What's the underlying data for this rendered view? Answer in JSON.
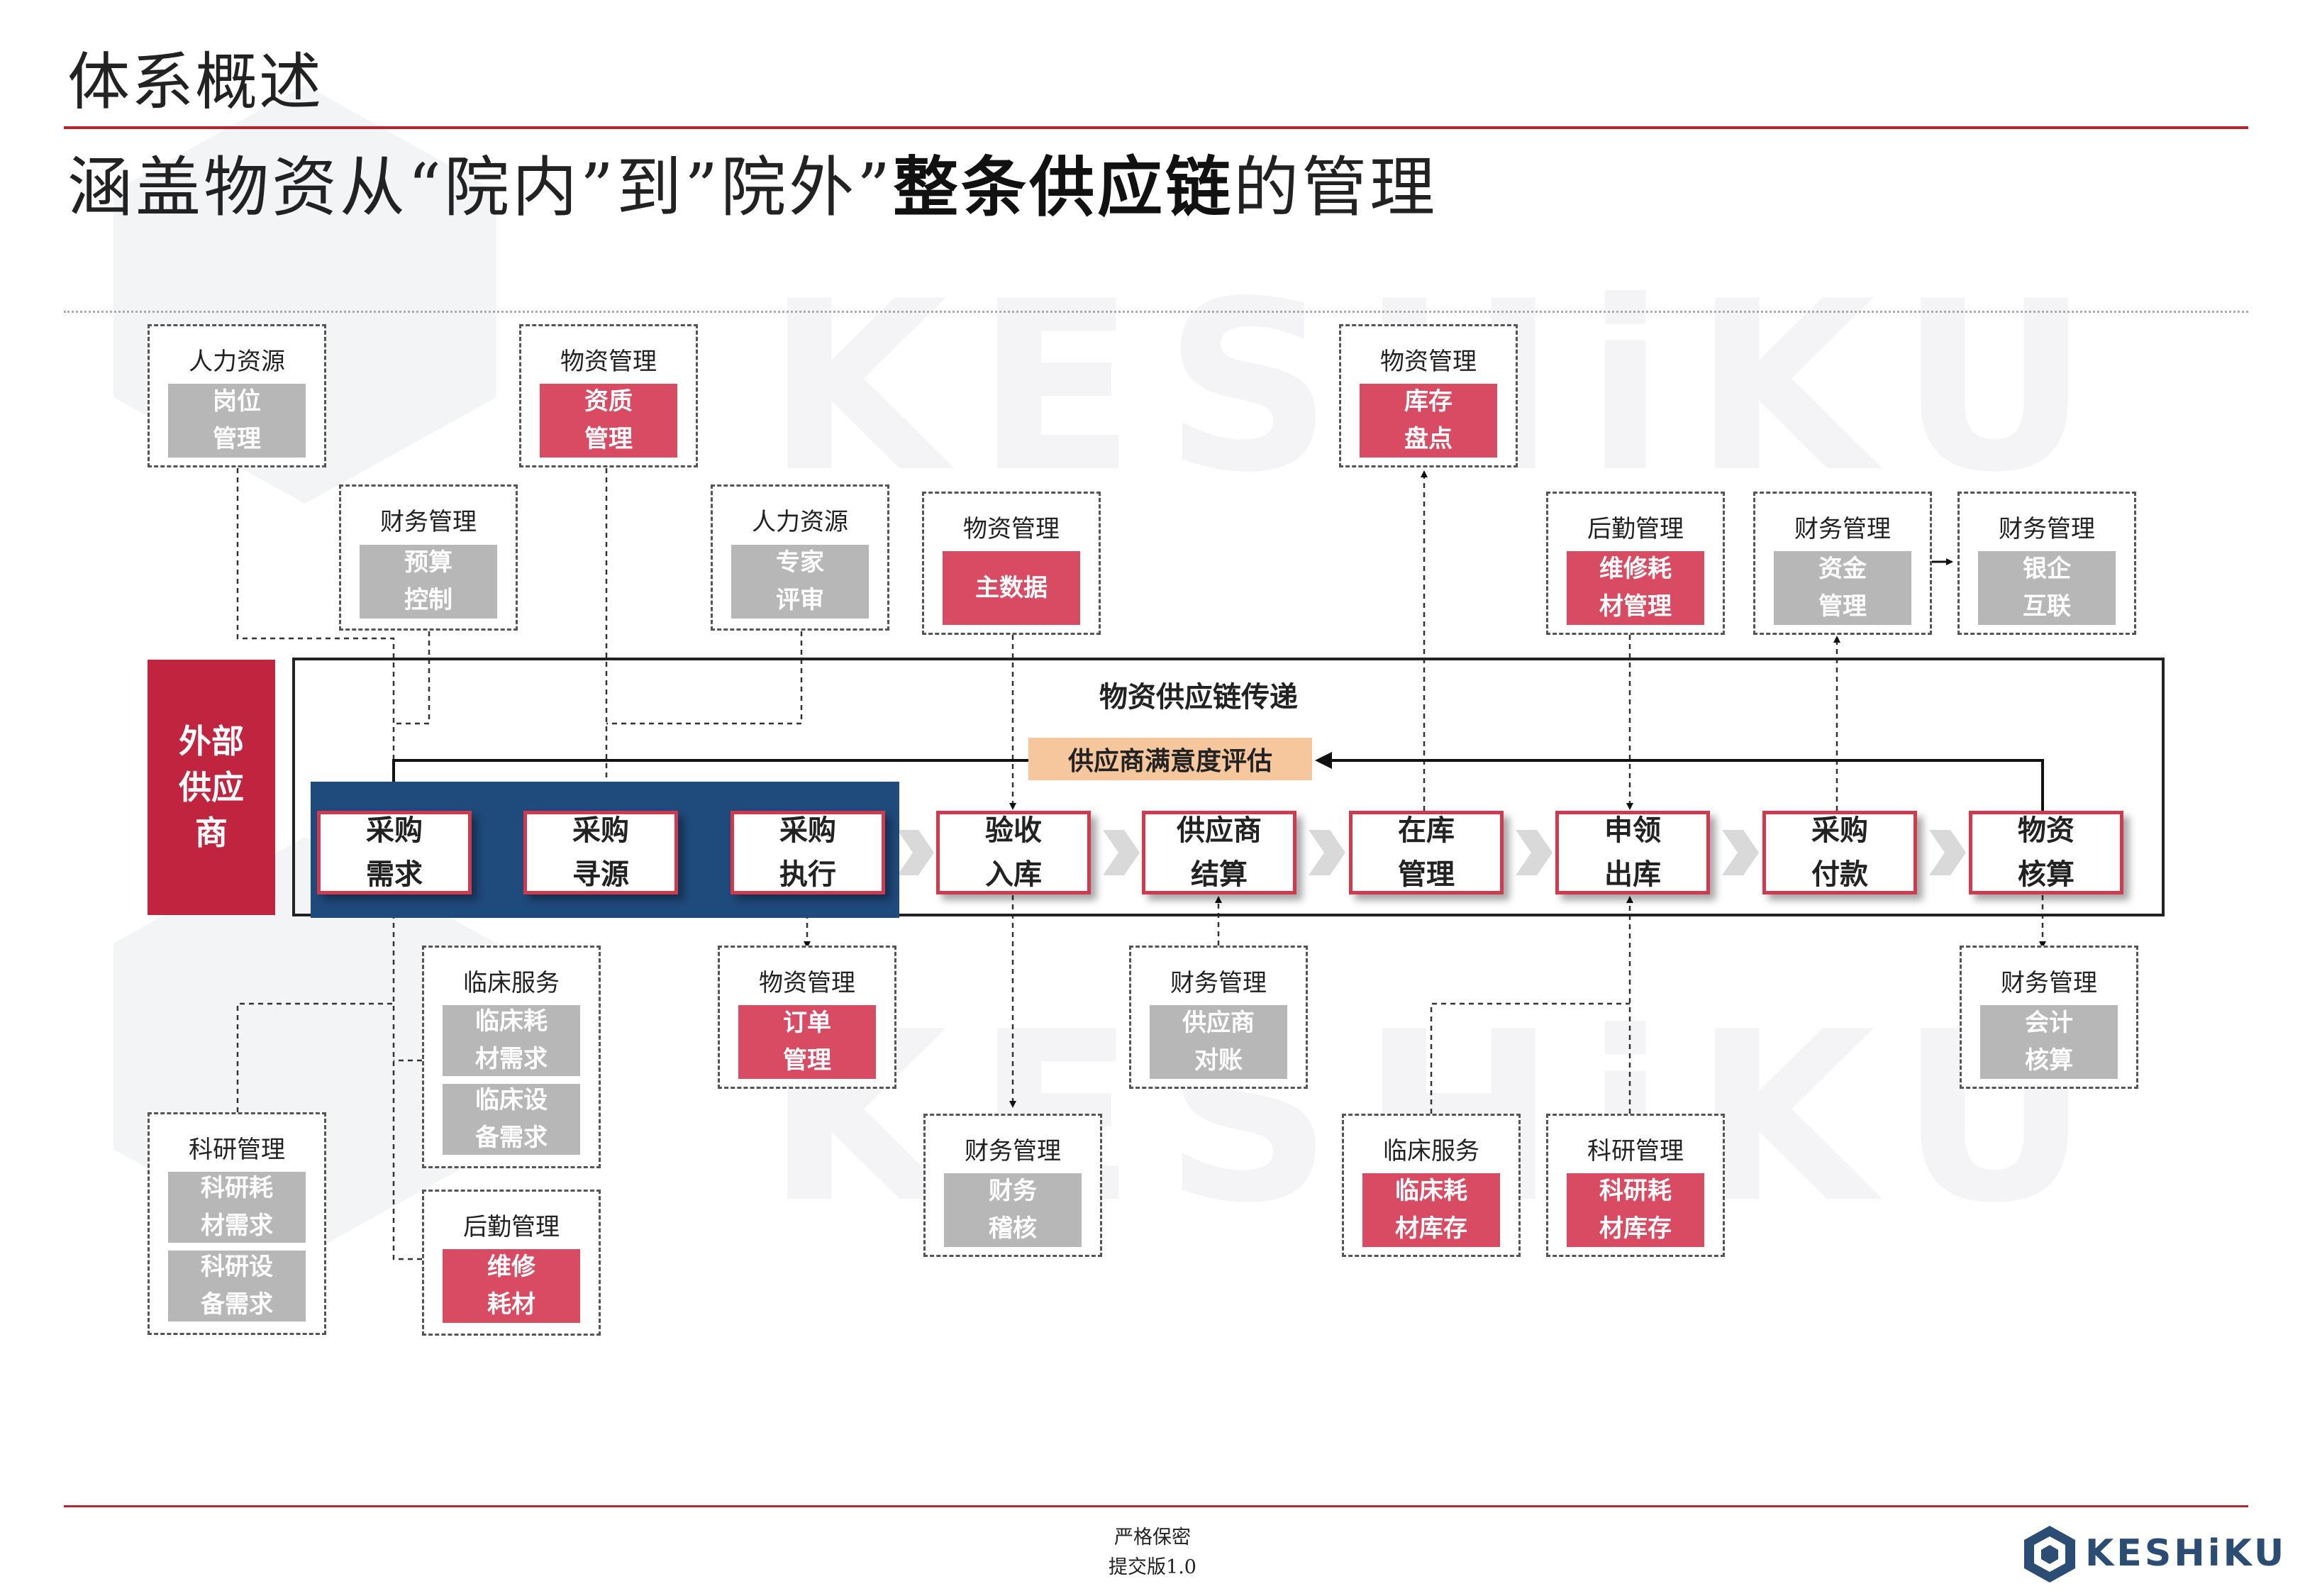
{
  "header": {
    "title": "体系概述",
    "subtitle_plain": "涵盖物资从“院内”到”院外”",
    "subtitle_bold": "整条供应链",
    "subtitle_tail": "的管理"
  },
  "supplier": {
    "label": "外部\n供应\n商"
  },
  "chain": {
    "title": "物资供应链传递",
    "evaluation": "供应商满意度评估",
    "steps": [
      "采购\n需求",
      "采购\n寻源",
      "采购\n执行",
      "验收\n入库",
      "供应商\n结算",
      "在库\n管理",
      "申领\n出库",
      "采购\n付款",
      "物资\n核算"
    ]
  },
  "groups": {
    "hr_top": {
      "header": "人力资源",
      "tile": "岗位\n管理"
    },
    "mat_quality": {
      "header": "物资管理",
      "tile": "资质\n管理"
    },
    "fin_budget": {
      "header": "财务管理",
      "tile": "预算\n控制"
    },
    "hr_expert": {
      "header": "人力资源",
      "tile": "专家\n评审"
    },
    "mat_master": {
      "header": "物资管理",
      "tile": "主数据"
    },
    "mat_stock": {
      "header": "物资管理",
      "tile": "库存\n盘点"
    },
    "log_repair": {
      "header": "后勤管理",
      "tile": "维修耗\n材管理"
    },
    "fin_funds": {
      "header": "财务管理",
      "tile": "资金\n管理"
    },
    "fin_bank": {
      "header": "财务管理",
      "tile": "银企\n互联"
    },
    "clinical_left": {
      "header": "临床服务",
      "tile1": "临床耗\n材需求",
      "tile2": "临床设\n备需求"
    },
    "research_left": {
      "header": "科研管理",
      "tile1": "科研耗\n材需求",
      "tile2": "科研设\n备需求"
    },
    "log_left": {
      "header": "后勤管理",
      "tile": "维修\n耗材"
    },
    "mat_order": {
      "header": "物资管理",
      "tile": "订单\n管理"
    },
    "fin_reconcile": {
      "header": "财务管理",
      "tile": "供应商\n对账"
    },
    "fin_audit": {
      "header": "财务管理",
      "tile": "财务\n稽核"
    },
    "clinical_right": {
      "header": "临床服务",
      "tile": "临床耗\n材库存"
    },
    "research_right": {
      "header": "科研管理",
      "tile": "科研耗\n材库存"
    },
    "fin_acct": {
      "header": "财务管理",
      "tile": "会计\n核算"
    }
  },
  "footer": {
    "confidential": "严格保密",
    "version": "提交版1.0"
  },
  "logo": {
    "text": "KESHiKU",
    "icon": "keshiku-hex-logo-icon"
  },
  "watermark": {
    "text": "KESHiKU"
  },
  "colors": {
    "accent_red": "#b5252f",
    "tile_red": "#d94a63",
    "tile_gray": "#b7b7b7",
    "navy": "#1f4a7c",
    "supplier": "#c0243f",
    "eval_fill": "#f6c79d"
  }
}
